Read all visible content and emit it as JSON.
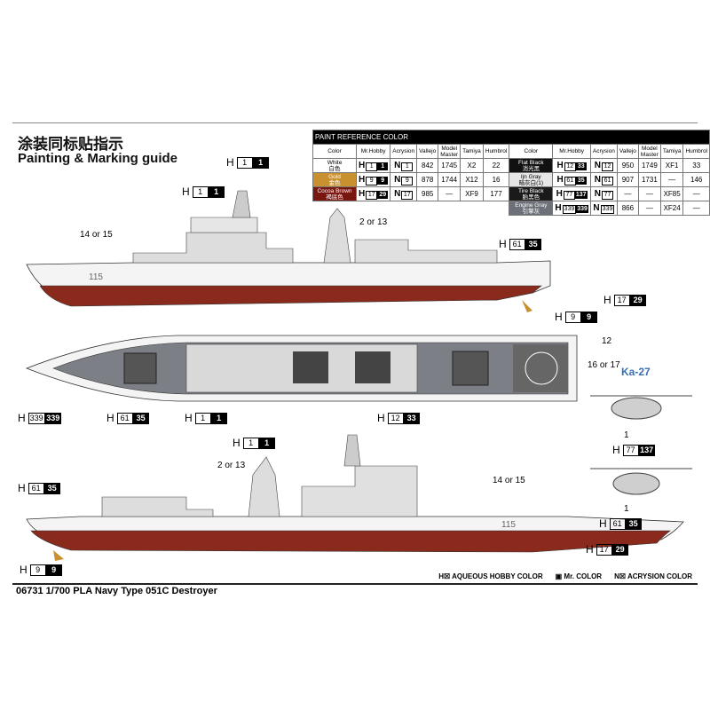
{
  "header": {
    "title_cn": "涂装同标贴指示",
    "title_en": "Painting & Marking guide"
  },
  "paint_table": {
    "title": "PAINT  REFERENCE COLOR",
    "columns": [
      "Color",
      "Mr.Hobby",
      "Acrysion",
      "Vallejo",
      "Model Master",
      "Tamiya",
      "Humbrol"
    ],
    "left": [
      {
        "name": "White",
        "cn": "白色",
        "swatch": "#ffffff",
        "text": "#000",
        "h": "1",
        "m": "1",
        "n": "1",
        "vallejo": "842",
        "mm": "1745",
        "tamiya": "X2",
        "humbrol": "22"
      },
      {
        "name": "Gold",
        "cn": "金色",
        "swatch": "#c8902e",
        "text": "#fff",
        "h": "9",
        "m": "9",
        "n": "9",
        "vallejo": "878",
        "mm": "1744",
        "tamiya": "X12",
        "humbrol": "16"
      },
      {
        "name": "Cocoa Brown",
        "cn": "褐底色",
        "swatch": "#7a1610",
        "text": "#fff",
        "h": "17",
        "m": "29",
        "n": "17",
        "vallejo": "985",
        "mm": "—",
        "tamiya": "XF9",
        "humbrol": "177"
      }
    ],
    "right": [
      {
        "name": "Flat Black",
        "cn": "消光黑",
        "swatch": "#111111",
        "text": "#fff",
        "h": "12",
        "m": "33",
        "n": "12",
        "vallejo": "950",
        "mm": "1749",
        "tamiya": "XF1",
        "humbrol": "33"
      },
      {
        "name": "Ijn Gray",
        "cn": "暗灰白(1)",
        "swatch": "#e6e6e6",
        "text": "#000",
        "h": "61",
        "m": "35",
        "n": "61",
        "vallejo": "907",
        "mm": "1731",
        "tamiya": "—",
        "humbrol": "146"
      },
      {
        "name": "Tire Black",
        "cn": "胎黑色",
        "swatch": "#1a1a1a",
        "text": "#fff",
        "h": "77",
        "m": "137",
        "n": "77",
        "vallejo": "—",
        "mm": "—",
        "tamiya": "XF85",
        "humbrol": "—"
      },
      {
        "name": "Engine Gray",
        "cn": "引擎灰",
        "swatch": "#6c7079",
        "text": "#fff",
        "h": "339",
        "m": "339",
        "n": "339",
        "vallejo": "866",
        "mm": "—",
        "tamiya": "XF24",
        "humbrol": "—"
      }
    ]
  },
  "callouts": {
    "side_top": [
      {
        "h": "1",
        "m": "1"
      },
      {
        "h": "1",
        "m": "1"
      },
      {
        "h": "61",
        "m": "35"
      },
      {
        "h": "17",
        "m": "29"
      },
      {
        "h": "9",
        "m": "9"
      }
    ],
    "plan": [
      {
        "h": "339",
        "m": "339"
      },
      {
        "h": "61",
        "m": "35"
      },
      {
        "h": "1",
        "m": "1"
      },
      {
        "h": "12",
        "m": "33"
      }
    ],
    "heli": [
      {
        "h": "77",
        "m": "137"
      },
      {
        "h": "61",
        "m": "35"
      }
    ],
    "side_bottom": [
      {
        "h": "1",
        "m": "1"
      },
      {
        "h": "61",
        "m": "35"
      },
      {
        "h": "17",
        "m": "29"
      },
      {
        "h": "9",
        "m": "9"
      }
    ]
  },
  "labels": {
    "l14_15": "14 or 15",
    "l2_13": "2 or 13",
    "l12": "12",
    "l16_17": "16 or 17",
    "l1": "1",
    "hull_no": "115"
  },
  "helicopter": "Ka-27",
  "legend": [
    "H☒ AQUEOUS HOBBY COLOR",
    "▣ Mr. COLOR",
    "N☒ ACRYSION COLOR"
  ],
  "footer": "06731 1/700 PLA Navy Type 051C Destroyer"
}
